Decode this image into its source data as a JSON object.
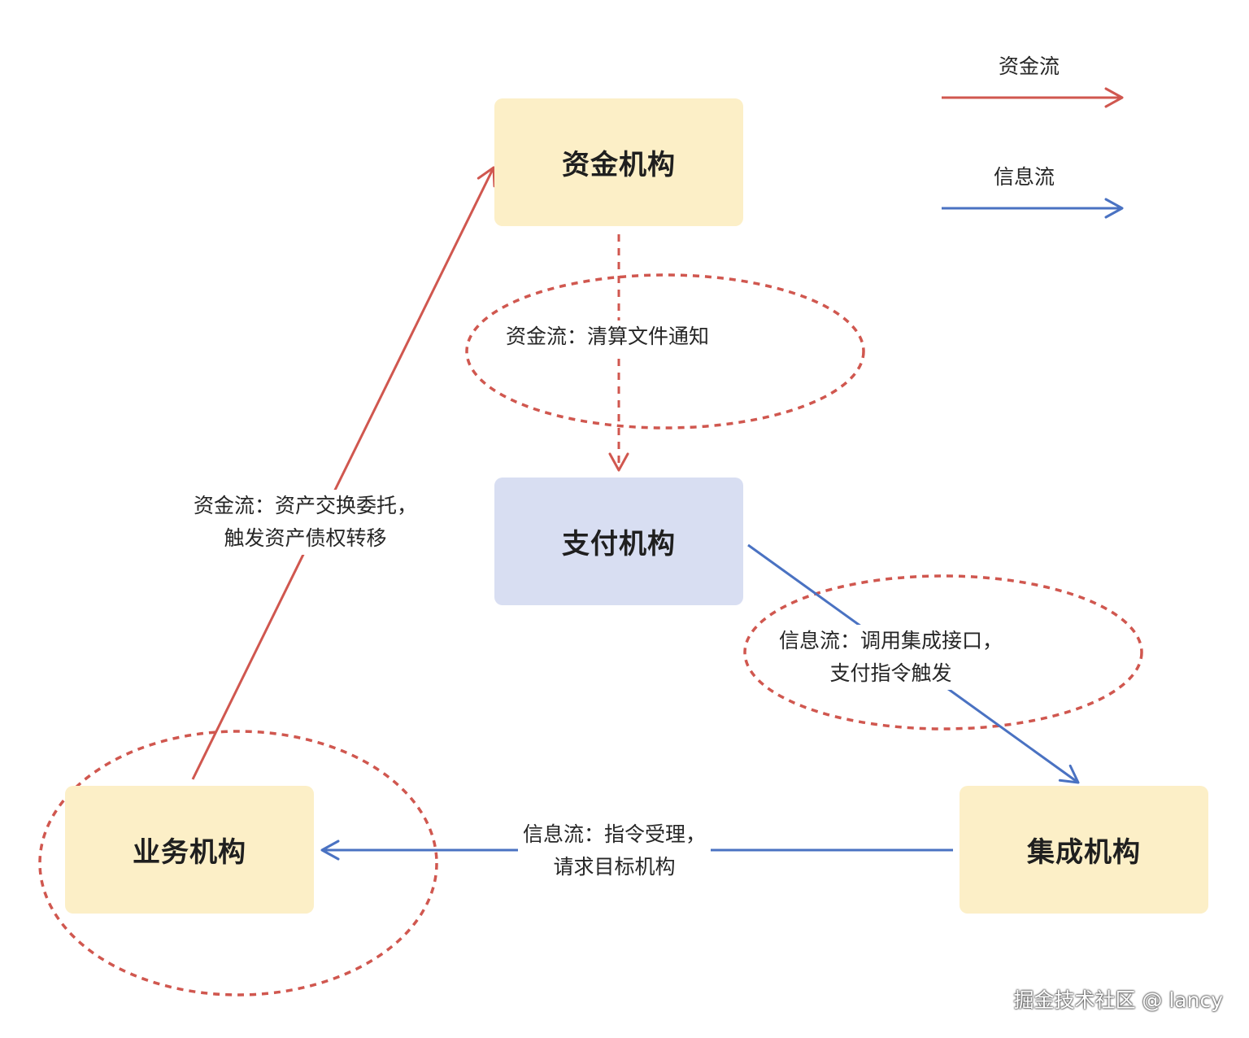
{
  "colors": {
    "fund_flow": "#d0574f",
    "info_flow": "#4a72c2",
    "node_yellow": "#fcefc7",
    "node_blue": "#d8def2"
  },
  "legend": {
    "fund_flow_label": "资金流",
    "info_flow_label": "信息流"
  },
  "nodes": {
    "fund_org": "资金机构",
    "payment_org": "支付机构",
    "business_org": "业务机构",
    "integration_org": "集成机构"
  },
  "edges": {
    "clearing": {
      "line1": "资金流：清算文件通知"
    },
    "asset_exchange": {
      "line1": "资金流：资产交换委托，",
      "line2": "触发资产债权转移"
    },
    "integration_call": {
      "line1": "信息流：调用集成接口，",
      "line2": "支付指令触发"
    },
    "instruction_accept": {
      "line1": "信息流：指令受理，",
      "line2": "请求目标机构"
    }
  },
  "watermark": "掘金技术社区 @ lancy"
}
